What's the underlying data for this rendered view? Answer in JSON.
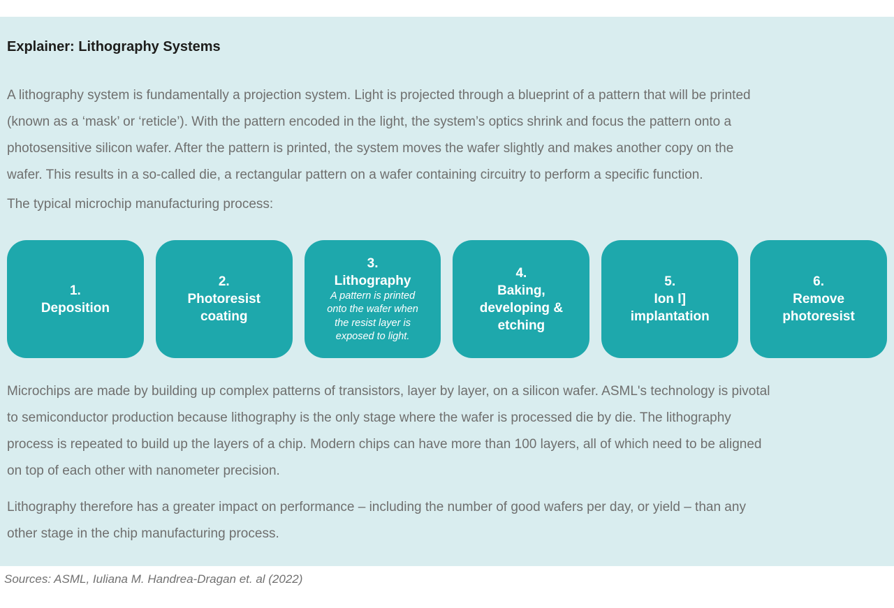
{
  "panel": {
    "title": "Explainer: Lithography Systems",
    "paragraph1": "A lithography system is fundamentally a projection system. Light is projected through a blueprint of a pattern that will be printed\n(known as a ‘mask’ or ‘reticle’). With the pattern encoded in the light, the system’s optics shrink and focus the pattern onto a\nphotosensitive silicon wafer. After the pattern is printed, the system moves the wafer slightly and makes another copy on the\nwafer. This results in a so-called die, a rectangular pattern on a wafer containing circuitry to perform a specific function.",
    "process_intro": "The typical microchip manufacturing process:",
    "steps": [
      {
        "number": "1.",
        "label": "Deposition",
        "note": ""
      },
      {
        "number": "2.",
        "label": "Photoresist\ncoating",
        "note": ""
      },
      {
        "number": "3.",
        "label": "Lithography",
        "note": "A pattern is printed\nonto the wafer when\nthe resist layer is\nexposed to light."
      },
      {
        "number": "4.",
        "label": "Baking,\ndeveloping &\netching",
        "note": ""
      },
      {
        "number": "5.",
        "label": "Ion I]\nimplantation",
        "note": ""
      },
      {
        "number": "6.",
        "label": "Remove\nphotoresist",
        "note": ""
      }
    ],
    "paragraph2": "Microchips are made by building up complex patterns of transistors, layer by layer, on a silicon wafer. ASML's technology is pivotal\nto semiconductor production because lithography is the only stage where the wafer is processed die by die. The lithography\nprocess is repeated to build up the layers of a chip. Modern chips can have more than 100 layers, all of which need to be aligned\non top of each other with nanometer precision.",
    "paragraph3": "Lithography therefore has a greater impact on performance – including the number of good wafers per day, or yield – than any\nother stage in the chip manufacturing process."
  },
  "footer": {
    "sources": "Sources: ASML, Iuliana M. Handrea-Dragan et. al (2022)"
  },
  "colors": {
    "panel_background": "#d9edef",
    "step_box": "#1ea8ac",
    "step_text": "#ffffff",
    "title_text": "#1d1d1b",
    "body_text": "#6f6f6e",
    "source_text": "#717171"
  }
}
